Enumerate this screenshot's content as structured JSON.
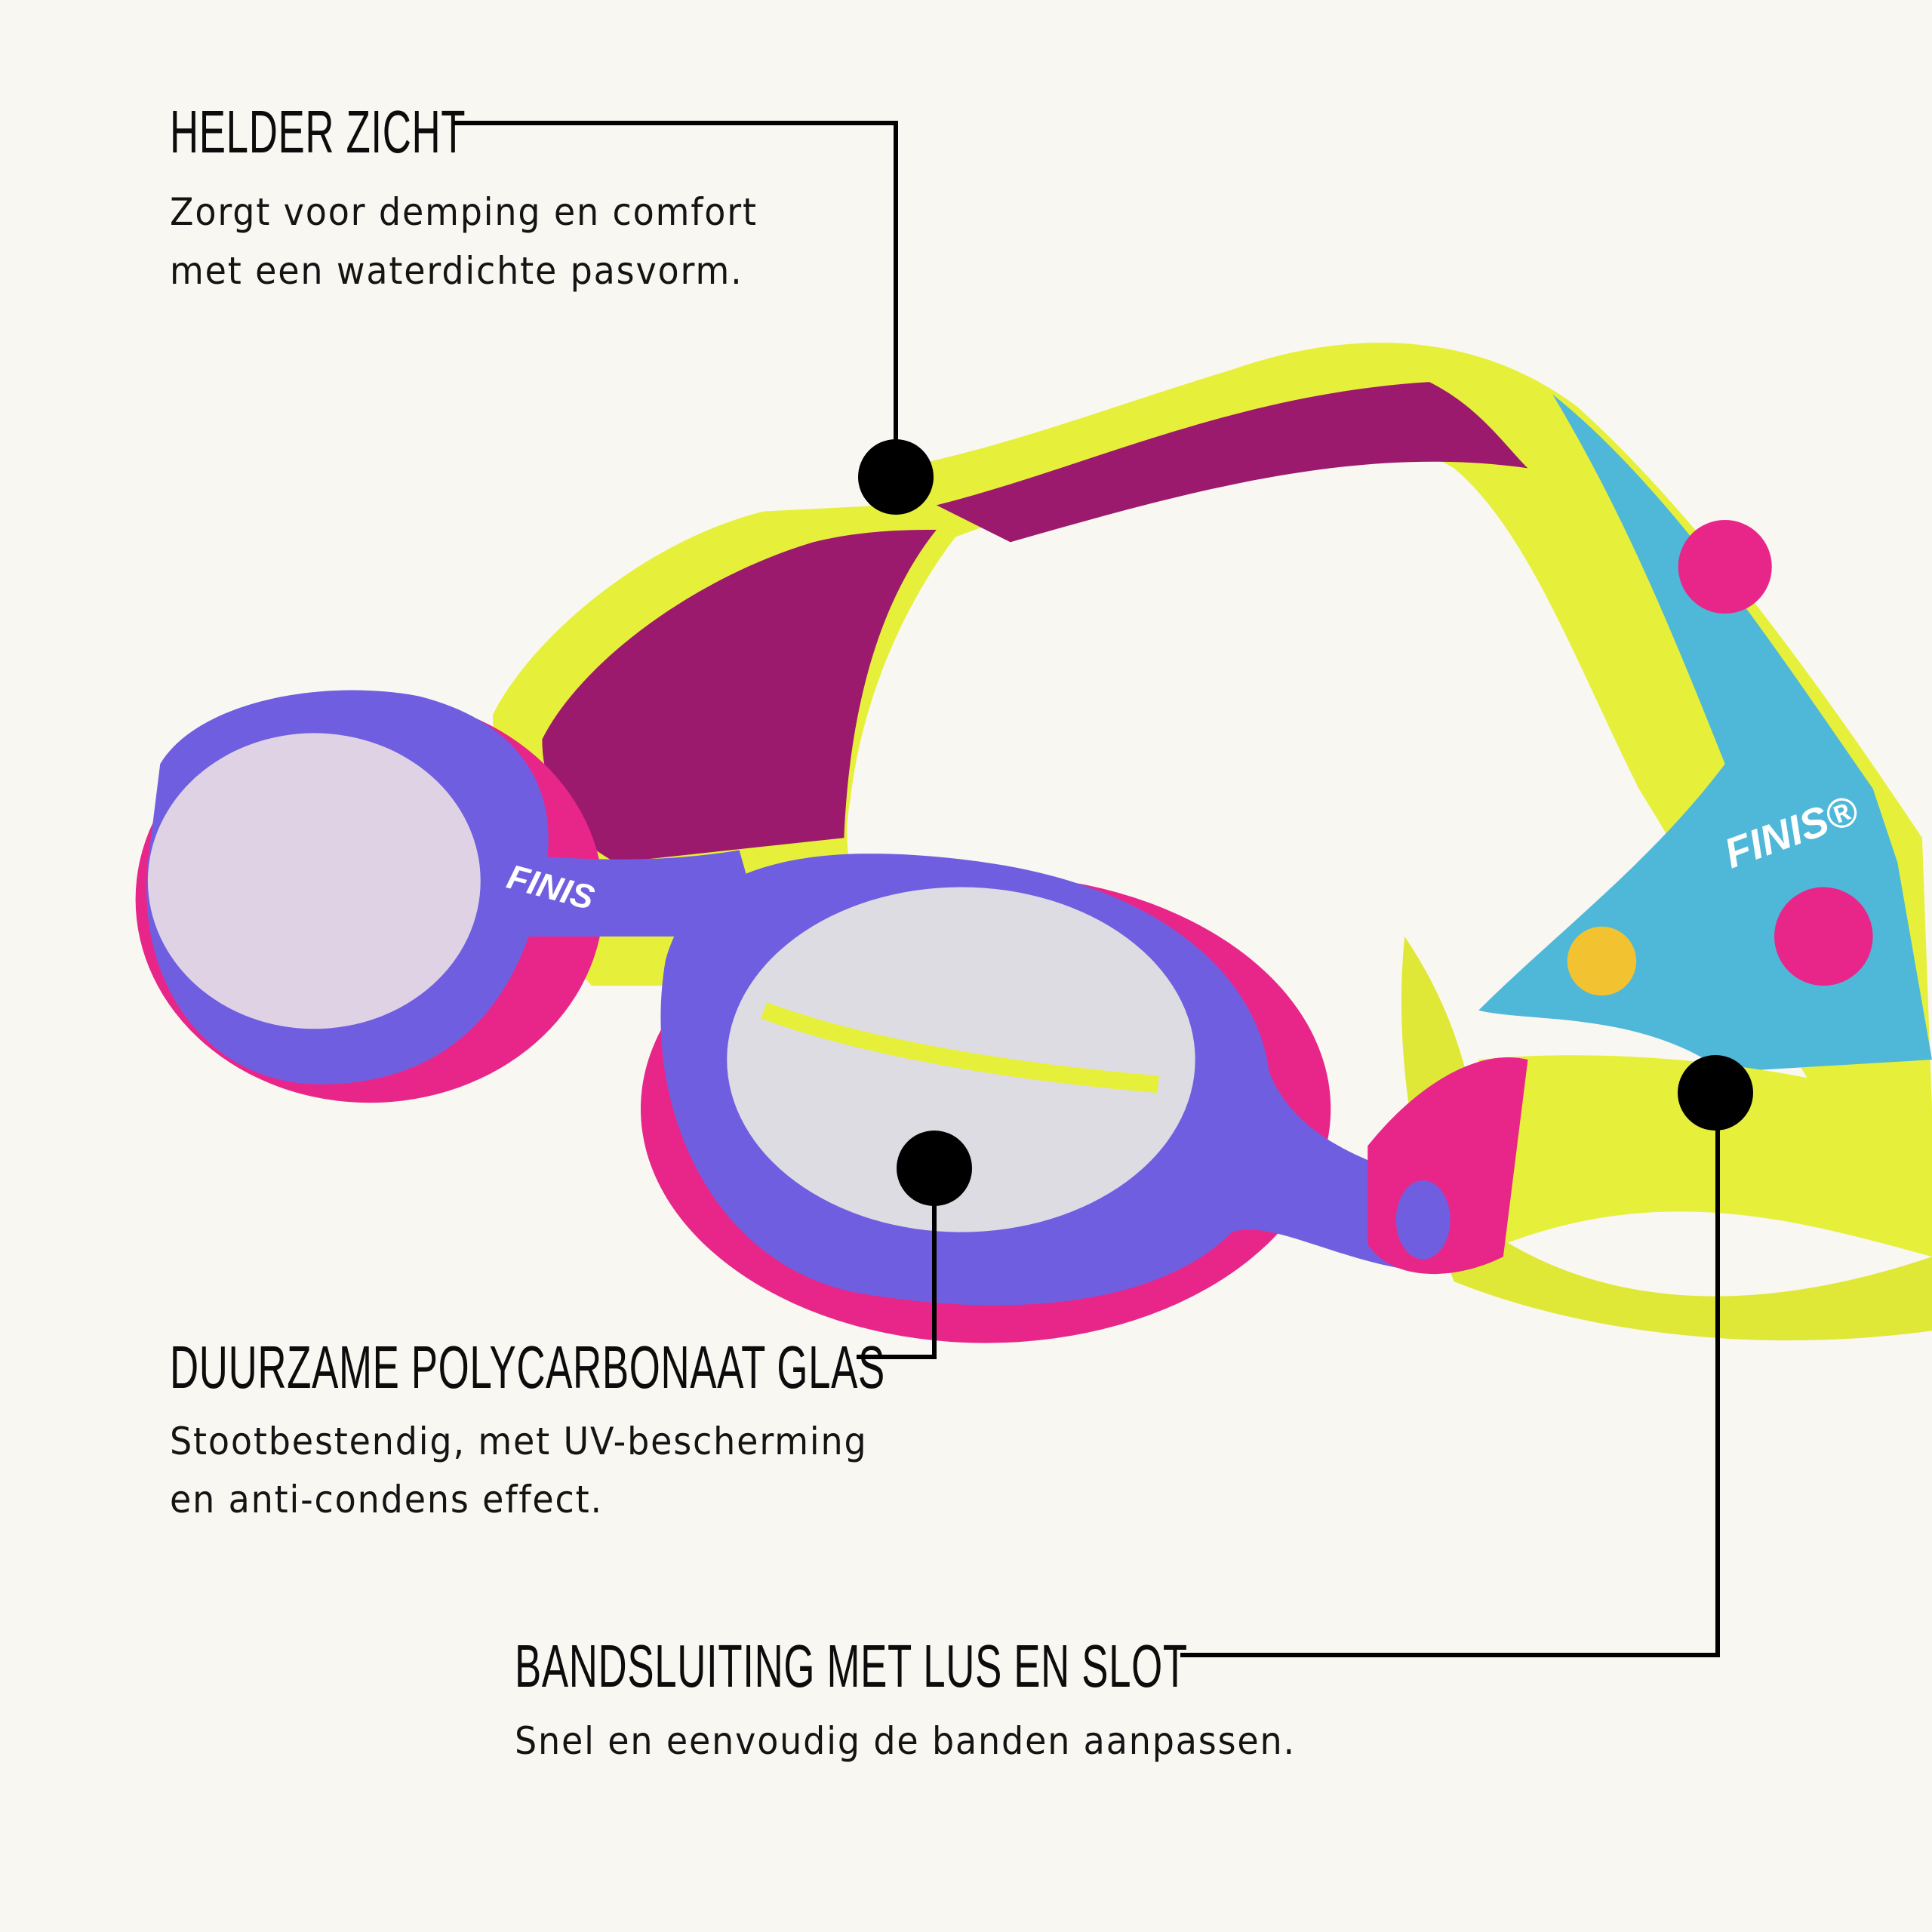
{
  "callouts": [
    {
      "title": "HELDER ZICHT",
      "description_lines": [
        "Zorgt voor demping en comfort",
        "met een waterdichte pasvorm."
      ]
    },
    {
      "title": "DUURZAME POLYCARBONAAT GLAS",
      "description_lines": [
        "Stootbestendig, met UV-bescherming",
        "en anti-condens effect."
      ]
    },
    {
      "title": "BANDSLUITING MET LUS EN SLOT",
      "description_lines": [
        "Snel en eenvoudig de banden aanpassen."
      ]
    }
  ],
  "product": {
    "brand_logo": "FINIS",
    "colors": {
      "strap": "#e6f03a",
      "strap_inner": "#9c1a6e",
      "frame": "#6f5fe0",
      "gasket": "#e8268a",
      "print": "#4fb8d8"
    }
  },
  "background": "#f8f7f1"
}
